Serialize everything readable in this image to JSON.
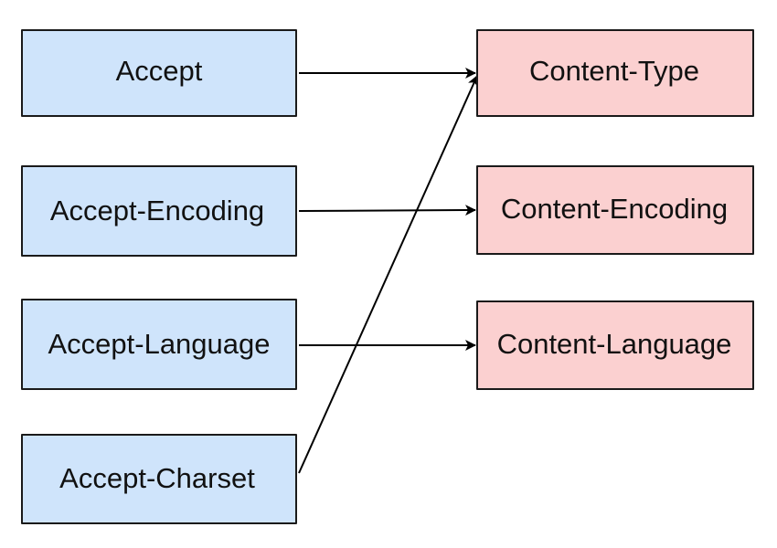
{
  "colors": {
    "request_fill": "#cfe4fb",
    "response_fill": "#fbd0d0",
    "stroke": "#1a1a1a"
  },
  "request_headers": [
    {
      "id": "accept",
      "label": "Accept"
    },
    {
      "id": "accept-encoding",
      "label": "Accept-Encoding"
    },
    {
      "id": "accept-language",
      "label": "Accept-Language"
    },
    {
      "id": "accept-charset",
      "label": "Accept-Charset"
    }
  ],
  "response_headers": [
    {
      "id": "content-type",
      "label": "Content-Type"
    },
    {
      "id": "content-encoding",
      "label": "Content-Encoding"
    },
    {
      "id": "content-language",
      "label": "Content-Language"
    }
  ],
  "edges": [
    {
      "from": "accept",
      "to": "content-type"
    },
    {
      "from": "accept-encoding",
      "to": "content-encoding"
    },
    {
      "from": "accept-language",
      "to": "content-language"
    },
    {
      "from": "accept-charset",
      "to": "content-type"
    }
  ]
}
